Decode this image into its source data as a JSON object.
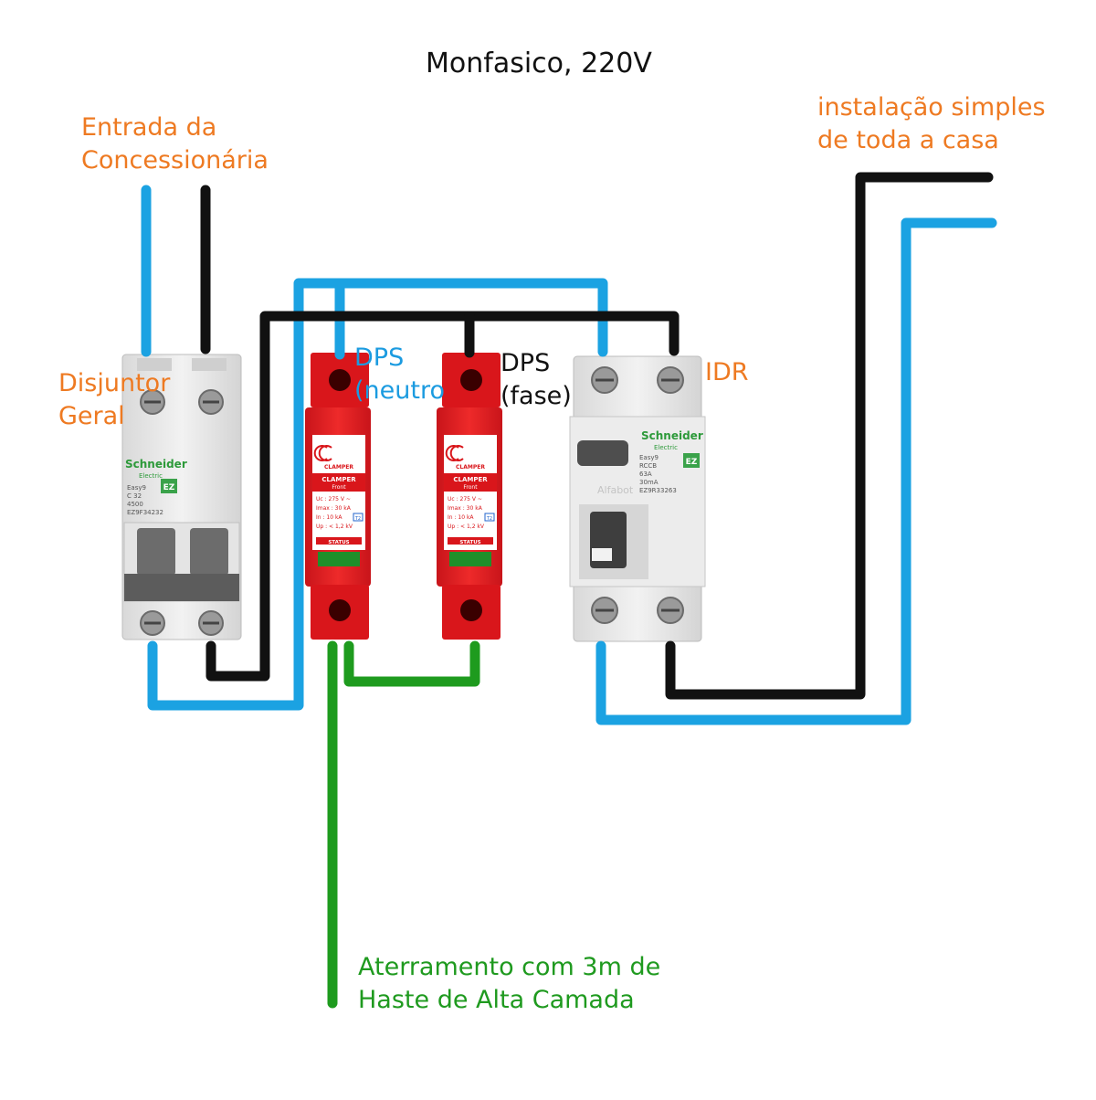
{
  "title": "Monfasico, 220V",
  "labels": {
    "entrada": [
      "Entrada da",
      "Concessionária"
    ],
    "disjuntor": [
      "Disjuntor",
      "Geral"
    ],
    "dps_neutro": [
      "DPS",
      "(neutro"
    ],
    "dps_fase": [
      "DPS",
      "(fase)"
    ],
    "idr": "IDR",
    "instalacao": [
      "instalação simples",
      "de toda a casa"
    ],
    "aterramento": [
      "Aterramento com 3m de",
      "Haste de Alta Camada"
    ]
  },
  "breaker": {
    "brand": "Schneider",
    "brand_sub": "Electric",
    "lines": [
      "Easy9",
      "C 32",
      "4500",
      "EZ9F34232"
    ],
    "badge": "EZ"
  },
  "dps": {
    "brand": "CLAMPER",
    "model": "CLAMPER",
    "model_sub": "Front",
    "specs": [
      "Uc : 275 V ~",
      "Imax : 30 kA",
      "In : 10 kA",
      "Up : < 1,2 kV"
    ],
    "class_badge": "T2",
    "status": "STATUS"
  },
  "idr": {
    "brand": "Schneider",
    "brand_sub": "Electric",
    "lines": [
      "Easy9",
      "RCCB",
      "63A",
      "30mA",
      "EZ9R33263"
    ],
    "badge": "EZ",
    "watermark": "Alfabot"
  },
  "colors": {
    "neutral_wire": "#1ba2e2",
    "phase_wire": "#111111",
    "ground_wire": "#1e9b1e",
    "label_orange": "#ee7a22",
    "label_green": "#1f9a1f",
    "dps_red": "#e3191c"
  }
}
